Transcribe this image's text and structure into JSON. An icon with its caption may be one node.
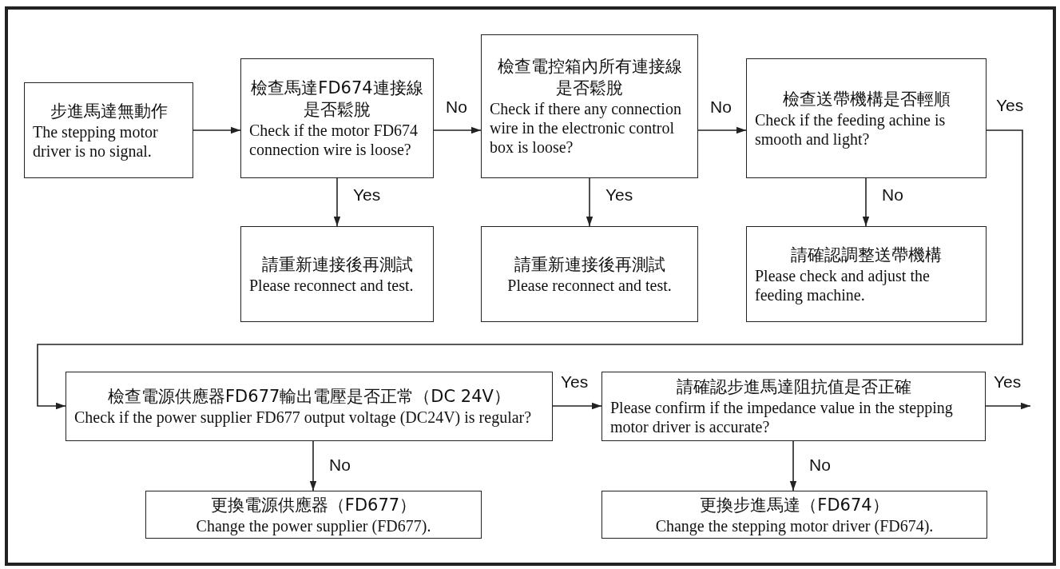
{
  "diagram": {
    "nodes": [
      {
        "text": [
          "步進馬達無動作",
          "The stepping motor driver is no signal."
        ]
      },
      {
        "text": [
          "檢查馬達FD674連接線是否鬆脫",
          "Check if the motor FD674 connection wire is loose?"
        ]
      },
      {
        "text": [
          "檢查電控箱內所有連接線是否鬆脫",
          "Check if there any connection wire in the electronic control box is loose?"
        ]
      },
      {
        "text": [
          "檢查送帶機構是否輕順",
          "Check if the feeding achine is smooth and light?"
        ]
      },
      {
        "text": [
          "請重新連接後再測試",
          "Please reconnect and test."
        ]
      },
      {
        "text": [
          "請重新連接後再測試",
          "Please reconnect and test."
        ]
      },
      {
        "text": [
          "請確認調整送帶機構",
          "Please check and adjust the feeding machine."
        ]
      },
      {
        "text": [
          "檢查電源供應器FD677輸出電壓是否正常（DC 24V）",
          "Check if the power supplier FD677 output voltage (DC24V) is regular?"
        ]
      },
      {
        "text": [
          "請確認步進馬達阻抗值是否正確",
          "Please confirm if the impedance value in the stepping motor driver is accurate?"
        ]
      },
      {
        "text": [
          "更換電源供應器（FD677）",
          "Change the power supplier (FD677)."
        ]
      },
      {
        "text": [
          "更換步進馬達（FD674）",
          "Change the stepping motor driver (FD674)."
        ]
      }
    ],
    "edges": [
      {
        "from": 0,
        "to": 1,
        "arrow": "to"
      },
      {
        "from": 1,
        "to": 2,
        "arrow": "to",
        "label": "No"
      },
      {
        "from": 1,
        "to": 4,
        "arrow": "to",
        "label": "Yes"
      },
      {
        "from": 2,
        "to": 3,
        "arrow": "to",
        "label": "No"
      },
      {
        "from": 2,
        "to": 5,
        "arrow": "to",
        "label": "Yes"
      },
      {
        "from": 3,
        "to": 6,
        "arrow": "to",
        "label": "No"
      },
      {
        "from": 3,
        "to": 7,
        "arrow": "to",
        "label": "Yes"
      },
      {
        "from": 7,
        "to": 8,
        "arrow": "to",
        "label": "Yes"
      },
      {
        "from": 8,
        "to": null,
        "arrow": "to",
        "label": "Yes"
      },
      {
        "from": 7,
        "to": 9,
        "arrow": "to",
        "label": "No"
      },
      {
        "from": 8,
        "to": 10,
        "arrow": "to",
        "label": "No"
      }
    ]
  }
}
